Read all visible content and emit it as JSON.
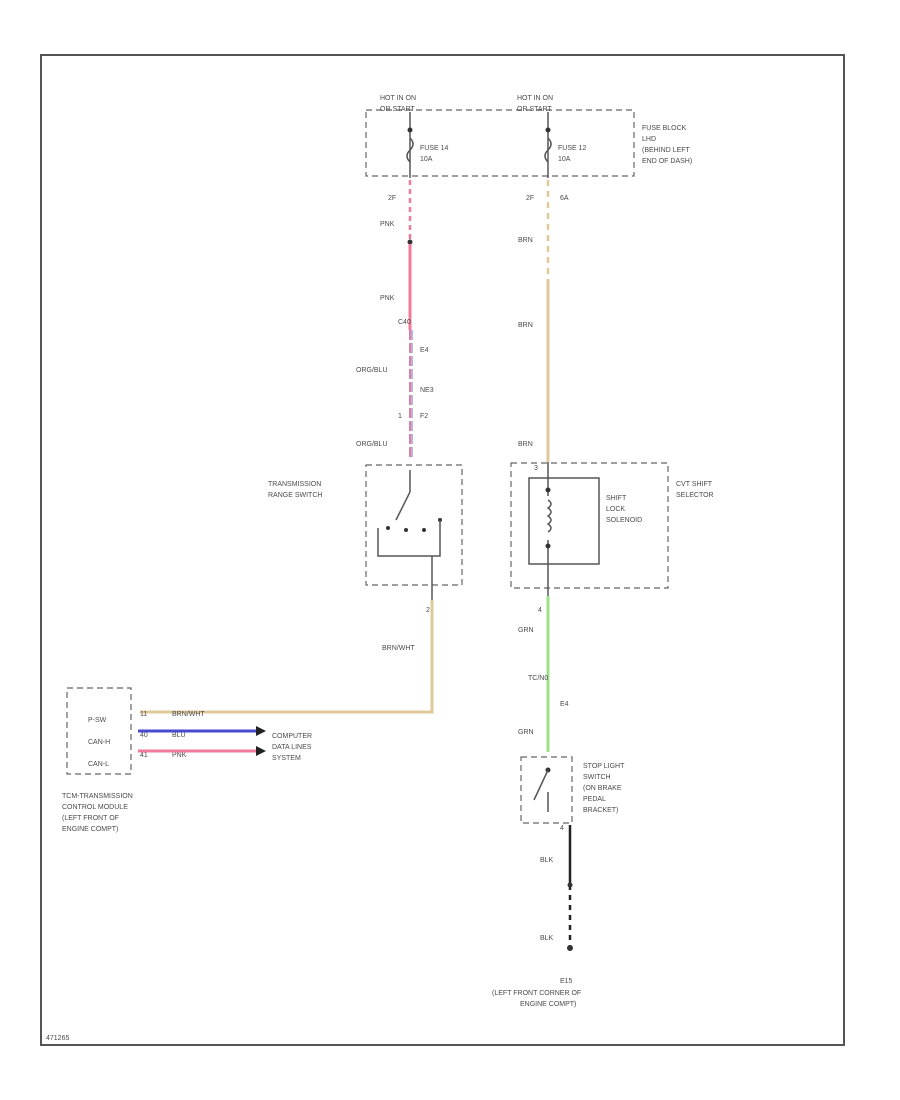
{
  "fuse_block": {
    "hot_left_1": "HOT IN ON",
    "hot_left_2": "OR START",
    "hot_right_1": "HOT IN ON",
    "hot_right_2": "OR START",
    "fuse14": "FUSE 14",
    "fuse14_amp": "10A",
    "fuse12": "FUSE 12",
    "fuse12_amp": "10A",
    "title_1": "FUSE BLOCK",
    "title_2": "LHD",
    "title_3": "(BEHIND LEFT",
    "title_4": "END OF DASH)",
    "pin_left": "2F",
    "pin_right": "2F",
    "pin_right_b": "6A"
  },
  "left_wire": {
    "pnk_1": "PNK",
    "pnk_2": "PNK",
    "c_label": "C40",
    "e4": "E4",
    "orgblu_1": "ORG/BLU",
    "ne3": "NE3",
    "pin_1": "1",
    "f2": "F2",
    "orgblu_2": "ORG/BLU"
  },
  "right_wire": {
    "brn_1": "BRN",
    "brn_2": "BRN",
    "brn_3": "BRN",
    "grn_1": "GRN",
    "tc_label": "TC/N0",
    "e4": "E4",
    "grn_2": "GRN",
    "pin_4": "4"
  },
  "range_switch": {
    "label_1": "TRANSMISSION",
    "label_2": "RANGE SWITCH",
    "pin_out": "2",
    "wire": "BRN/WHT"
  },
  "shift_selector": {
    "label_1": "CVT SHIFT",
    "label_2": "SELECTOR",
    "sol_1": "SHIFT",
    "sol_2": "LOCK",
    "sol_3": "SOLENOID",
    "pin_top": "3"
  },
  "tcm": {
    "pins": [
      "P-SW",
      "CAN-H",
      "CAN-L"
    ],
    "pin_nums": [
      "11",
      "40",
      "41"
    ],
    "wires": [
      "BRN/WHT",
      "BLU",
      "PNK"
    ],
    "label_1": "TCM-TRANSMISSION",
    "label_2": "CONTROL MODULE",
    "label_3": "(LEFT FRONT OF",
    "label_4": "ENGINE COMPT)"
  },
  "computer": {
    "label_1": "COMPUTER",
    "label_2": "DATA LINES",
    "label_3": "SYSTEM"
  },
  "stop_switch": {
    "label_1": "STOP LIGHT",
    "label_2": "SWITCH",
    "label_3": "(ON BRAKE",
    "label_4": "PEDAL",
    "label_5": "BRACKET)",
    "pin_bottom": "4"
  },
  "ground": {
    "blk_1": "BLK",
    "blk_2": "BLK",
    "name": "E15",
    "loc_1": "(LEFT FRONT CORNER OF",
    "loc_2": "ENGINE COMPT)"
  },
  "footer_code": "471265",
  "wire_colors": {
    "pink": "#f07a98",
    "tan": "#e0c89a",
    "green": "#9de08a",
    "blue": "#4a4ad0",
    "black": "#222222"
  }
}
